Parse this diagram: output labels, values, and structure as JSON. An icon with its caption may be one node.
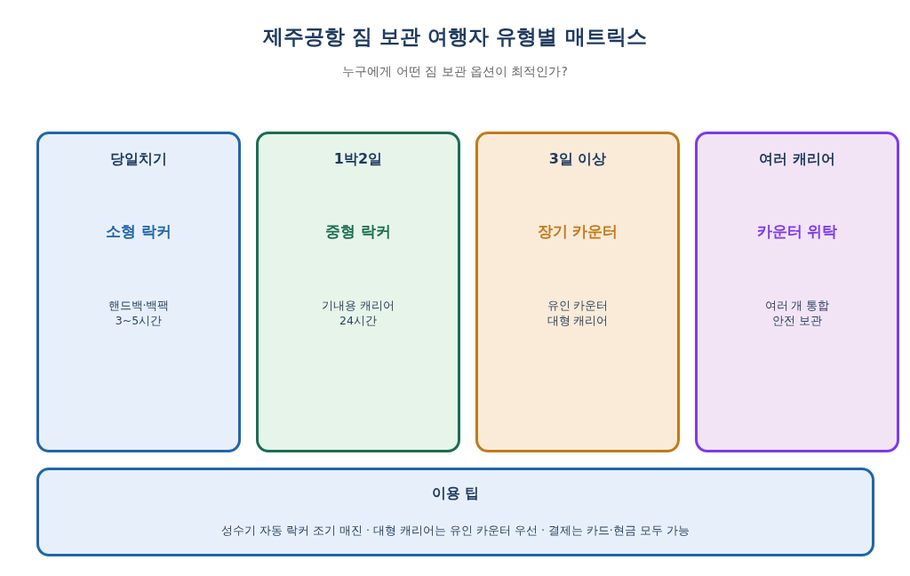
{
  "diagram": {
    "title": "제주공항 짐 보관 여행자 유형별 매트릭스",
    "nodes": [
      {
        "text": [
          "당일치기",
          "소형 락커",
          "핸드백·백팩 3~5시간"
        ]
      },
      {
        "text": [
          "1박2일",
          "중형 락커",
          "기내용 캐리어 24시간"
        ]
      },
      {
        "text": [
          "3일 이상",
          "장기 카운터",
          "유인 카운터 대형 캐리어"
        ]
      },
      {
        "text": [
          "여러 캐리어",
          "카운터 위탁",
          "여러 개 통합 안전 보관"
        ]
      },
      {
        "text": [
          "이용 팁",
          "성수기 자동 락커 조기 매진 · 대형 캐리어는 유인 카운터 우선 · 결제는 카드·현금 모두 가능"
        ]
      }
    ],
    "edges": [],
    "labels": [
      "누구에게 어떤 짐 보관 옵션이 최적인가?"
    ]
  }
}
